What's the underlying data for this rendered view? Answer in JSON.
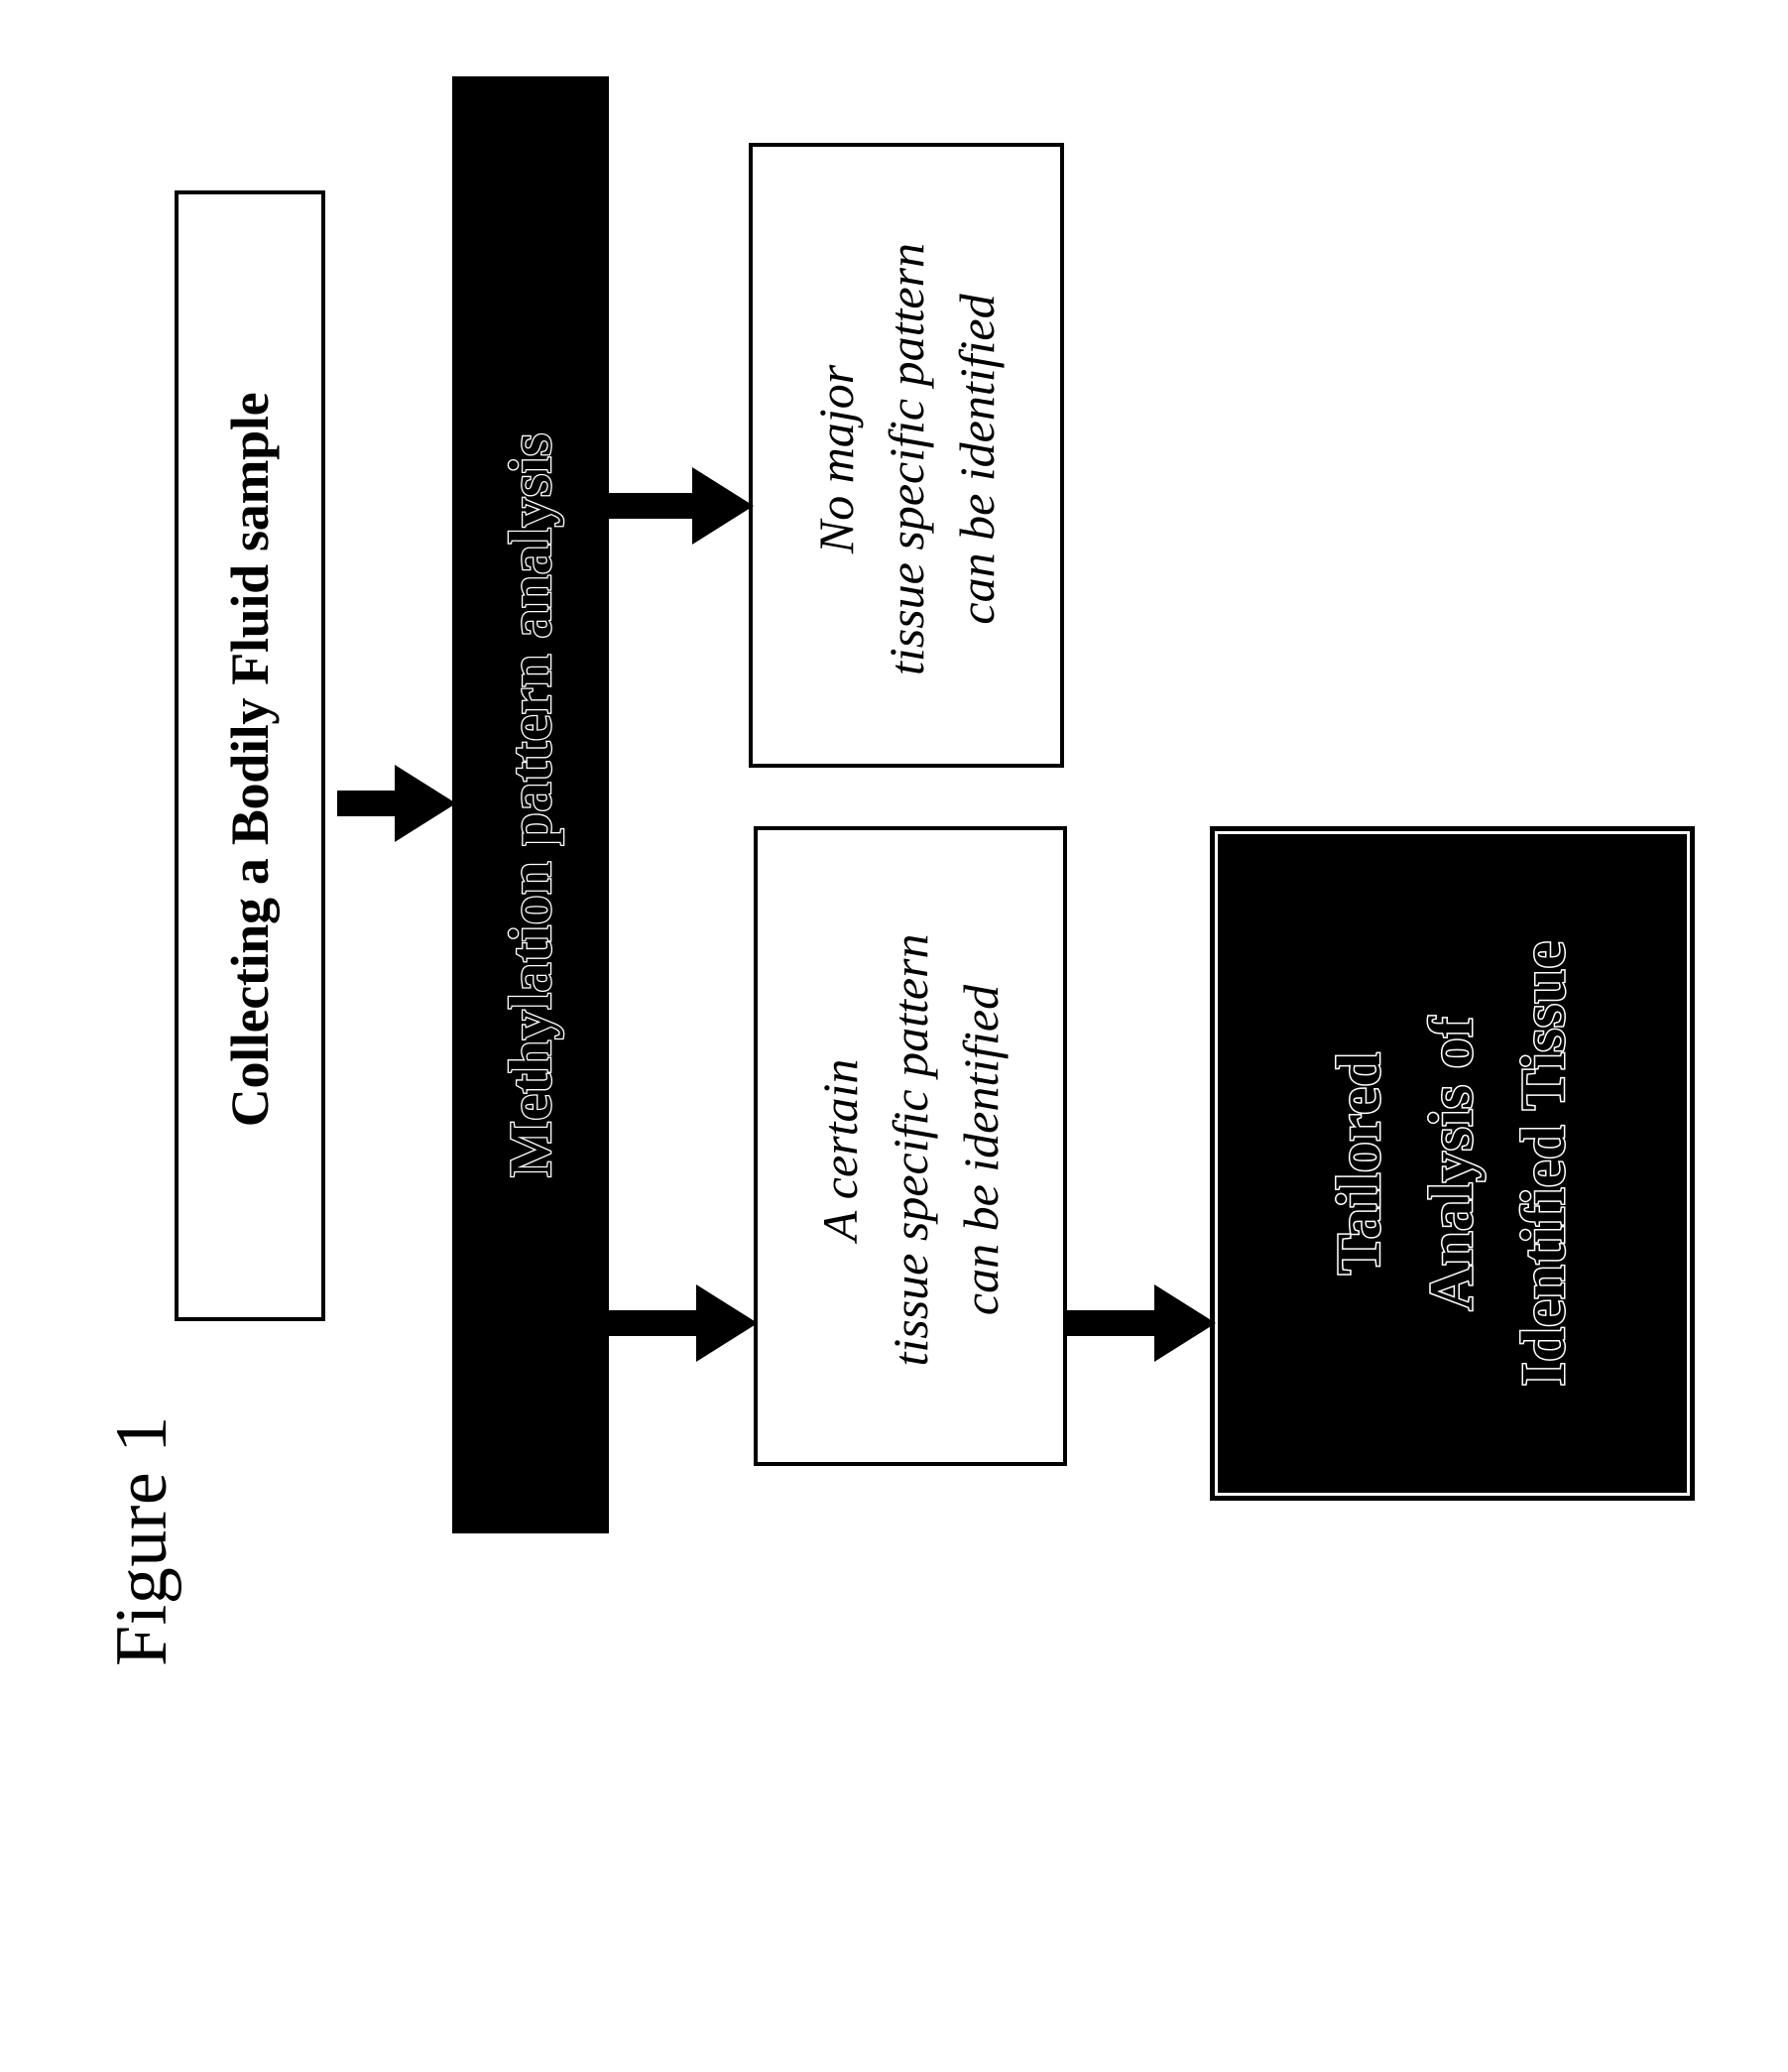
{
  "figure": {
    "caption": "Figure 1"
  },
  "nodes": {
    "collect": {
      "lines": [
        "Collecting a Bodily Fluid sample"
      ]
    },
    "methylation": {
      "lines": [
        "Methylation pattern analysis"
      ]
    },
    "no_major": {
      "lines": [
        "No major",
        "tissue specific pattern",
        "can be identified"
      ]
    },
    "a_certain": {
      "lines": [
        "A certain",
        "tissue specific pattern",
        "can be identified"
      ]
    },
    "tailored": {
      "lines": [
        "Tailored",
        "Analysis of",
        "Identified Tissue"
      ]
    }
  },
  "arrows": [
    {
      "name": "collect-to-methylation",
      "from": "collect",
      "to": "methylation"
    },
    {
      "name": "methylation-to-no-major",
      "from": "methylation",
      "to": "no_major"
    },
    {
      "name": "methylation-to-a-certain",
      "from": "methylation",
      "to": "a_certain"
    },
    {
      "name": "a-certain-to-tailored",
      "from": "a_certain",
      "to": "tailored"
    }
  ],
  "colors": {
    "background": "#ffffff",
    "stroke": "#000000",
    "fill_black": "#000000",
    "fill_white": "#ffffff",
    "outline_text": "#ffffff"
  }
}
